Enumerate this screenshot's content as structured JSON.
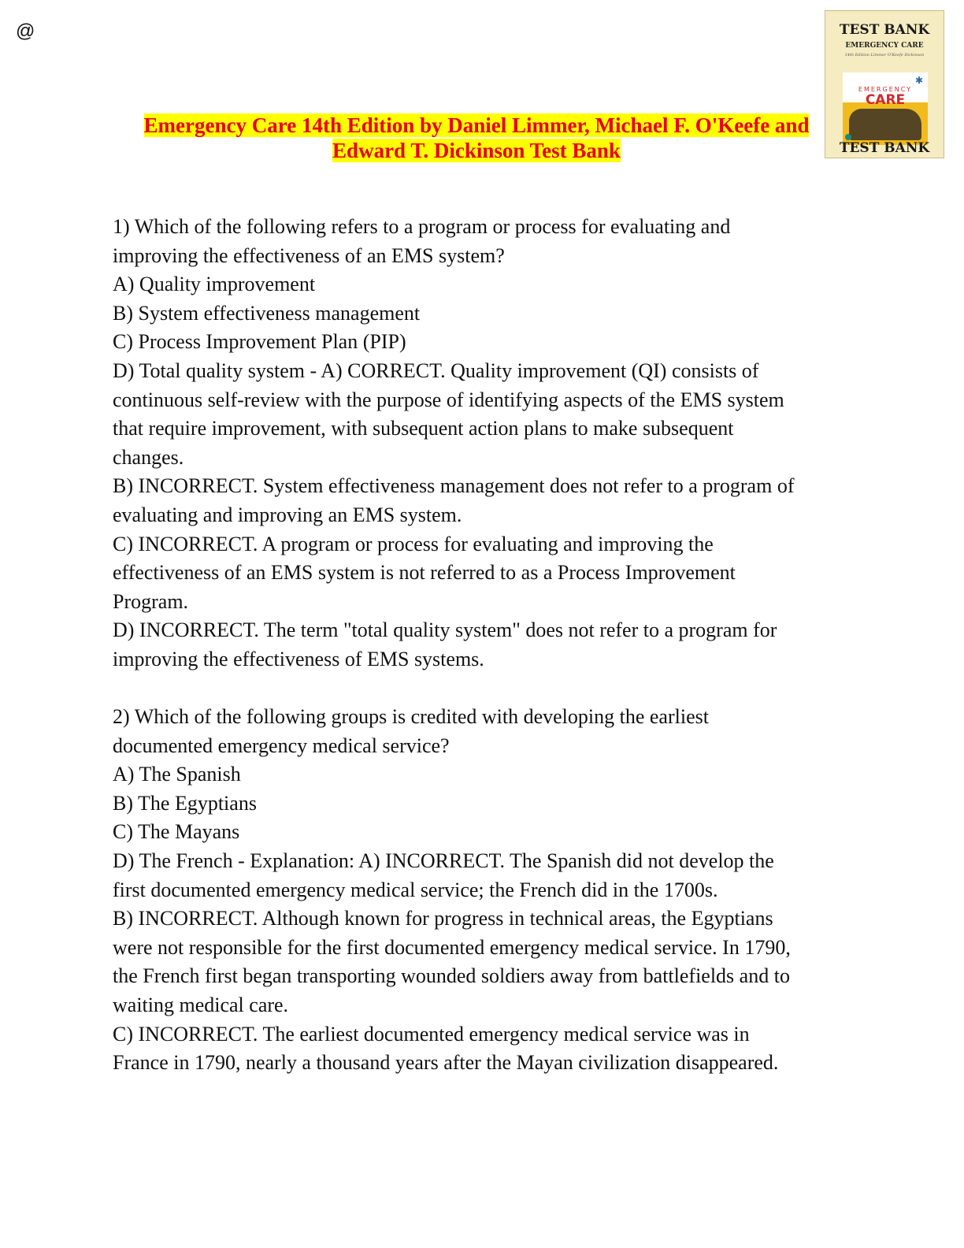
{
  "corner_mark": "@",
  "title": {
    "line1": "Emergency Care 14th Edition by Daniel Limmer, Michael F. O'Keefe and",
    "line2": "Edward T. Dickinson Test Bank"
  },
  "cover": {
    "top_label": "TEST BANK",
    "book_title": "EMERGENCY CARE",
    "subtitle": "14th Edition Limmer O'Keefe Dickinson",
    "art_small": "EMERGENCY",
    "art_big": "CARE",
    "bottom_label": "TEST BANK"
  },
  "questions": [
    {
      "lines": [
        "1) Which of the following refers to a program or process for evaluating and",
        "improving the effectiveness of an EMS system?",
        "A) Quality improvement",
        "B) System effectiveness management",
        "C) Process Improvement Plan (PIP)",
        "D) Total quality system - A) CORRECT. Quality improvement (QI) consists of",
        "continuous self-review with the purpose of identifying aspects of the EMS system",
        "that require improvement, with subsequent action plans to make subsequent",
        "changes.",
        "B) INCORRECT. System effectiveness management does not refer to a program of",
        "evaluating and improving an EMS system.",
        "C) INCORRECT. A program or process for evaluating and improving the",
        "effectiveness of an EMS system is not referred to as a Process Improvement",
        "Program.",
        "D) INCORRECT. The term \"total quality system\" does not refer to a program for",
        "improving the effectiveness of EMS systems."
      ]
    },
    {
      "lines": [
        "2) Which of the following groups is credited with developing the earliest",
        "documented emergency medical service?",
        "A) The Spanish",
        "B) The Egyptians",
        "C) The Mayans",
        "D) The French - Explanation: A) INCORRECT. The Spanish did not develop the",
        "first documented emergency medical service; the French did in the 1700s.",
        "B) INCORRECT. Although known for progress in technical areas, the Egyptians",
        "were not responsible for the first documented emergency medical service. In 1790,",
        "the French first began transporting wounded soldiers away from battlefields and to",
        "waiting medical care.",
        "C) INCORRECT. The earliest documented emergency medical service was in",
        "France in 1790, nearly a thousand years after the Mayan civilization disappeared."
      ]
    }
  ]
}
